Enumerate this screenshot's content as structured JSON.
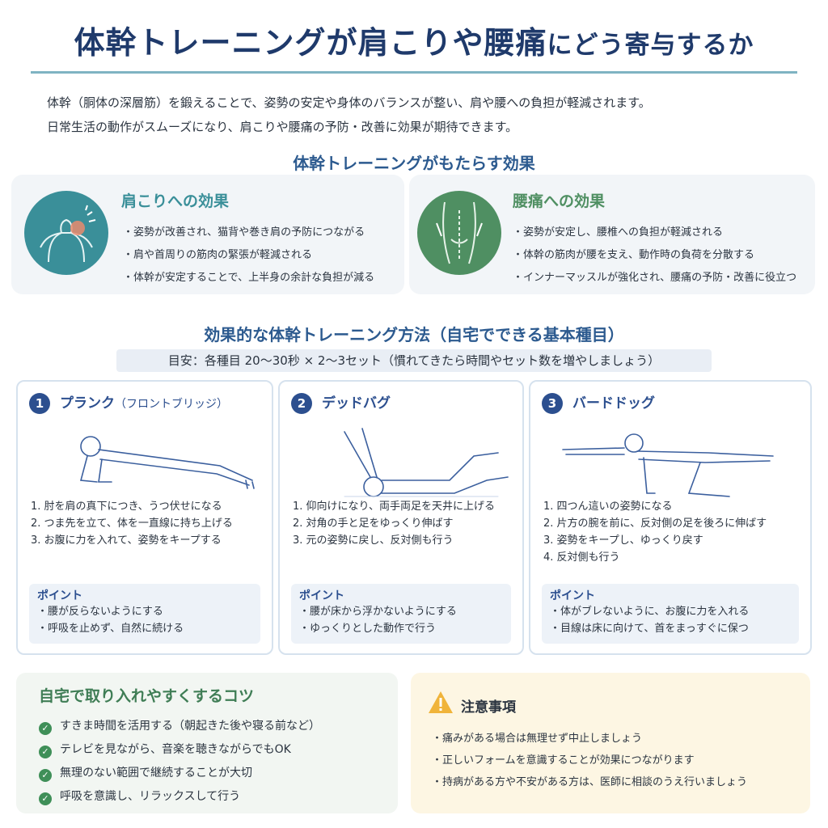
{
  "title": {
    "main": "体幹トレーニングが肩こりや腰痛",
    "tail": "にどう寄与するか"
  },
  "intro": [
    "体幹（胴体の深層筋）を鍛えることで、姿勢の安定や身体のバランスが整い、肩や腰への負担が軽減されます。",
    "日常生活の動作がスムーズになり、肩こりや腰痛の予防・改善に効果が期待できます。"
  ],
  "effects_title": "体幹トレーニングがもたらす効果",
  "effects": [
    {
      "heading": "肩こりへの効果",
      "color": "#3a8f99",
      "items": [
        "・姿勢が改善され、猫背や巻き肩の予防につながる",
        "・肩や首周りの筋肉の緊張が軽減される",
        "・体幹が安定することで、上半身の余計な負担が減る"
      ]
    },
    {
      "heading": "腰痛への効果",
      "color": "#4f8f62",
      "items": [
        "・姿勢が安定し、腰椎への負担が軽減される",
        "・体幹の筋肉が腰を支え、動作時の負荷を分散する",
        "・インナーマッスルが強化され、腰痛の予防・改善に役立つ"
      ]
    }
  ],
  "methods_title": "効果的な体幹トレーニング方法（自宅でできる基本種目）",
  "guide": "目安：各種目 20〜30秒 × 2〜3セット（慣れてきたら時間やセット数を増やしましょう）",
  "exercises": [
    {
      "num": "1",
      "name": "プランク",
      "sub": "（フロントブリッジ）",
      "steps": [
        "1.  肘を肩の真下につき、うつ伏せになる",
        "2.  つま先を立て、体を一直線に持ち上げる",
        "3.  お腹に力を入れて、姿勢をキープする"
      ],
      "point_label": "ポイント",
      "points": [
        "・腰が反らないようにする",
        "・呼吸を止めず、自然に続ける"
      ]
    },
    {
      "num": "2",
      "name": "デッドバグ",
      "sub": "",
      "steps": [
        "1.  仰向けになり、両手両足を天井に上げる",
        "2.  対角の手と足をゆっくり伸ばす",
        "3.  元の姿勢に戻し、反対側も行う"
      ],
      "point_label": "ポイント",
      "points": [
        "・腰が床から浮かないようにする",
        "・ゆっくりとした動作で行う"
      ]
    },
    {
      "num": "3",
      "name": "バードドッグ",
      "sub": "",
      "steps": [
        "1.  四つん這いの姿勢になる",
        "2.  片方の腕を前に、反対側の足を後ろに伸ばす",
        "3.  姿勢をキープし、ゆっくり戻す",
        "4.  反対側も行う"
      ],
      "point_label": "ポイント",
      "points": [
        "・体がブレないように、お腹に力を入れる",
        "・目線は床に向けて、首をまっすぐに保つ"
      ]
    }
  ],
  "tips": {
    "heading": "自宅で取り入れやすくするコツ",
    "items": [
      "すきま時間を活用する（朝起きた後や寝る前など）",
      "テレビを見ながら、音楽を聴きながらでもOK",
      "無理のない範囲で継続することが大切",
      "呼吸を意識し、リラックスして行う"
    ]
  },
  "caution": {
    "heading": "注意事項",
    "items": [
      "・痛みがある場合は無理せず中止しましょう",
      "・正しいフォームを意識することが効果につながります",
      "・持病がある方や不安がある方は、医師に相談のうえ行いましょう"
    ]
  }
}
